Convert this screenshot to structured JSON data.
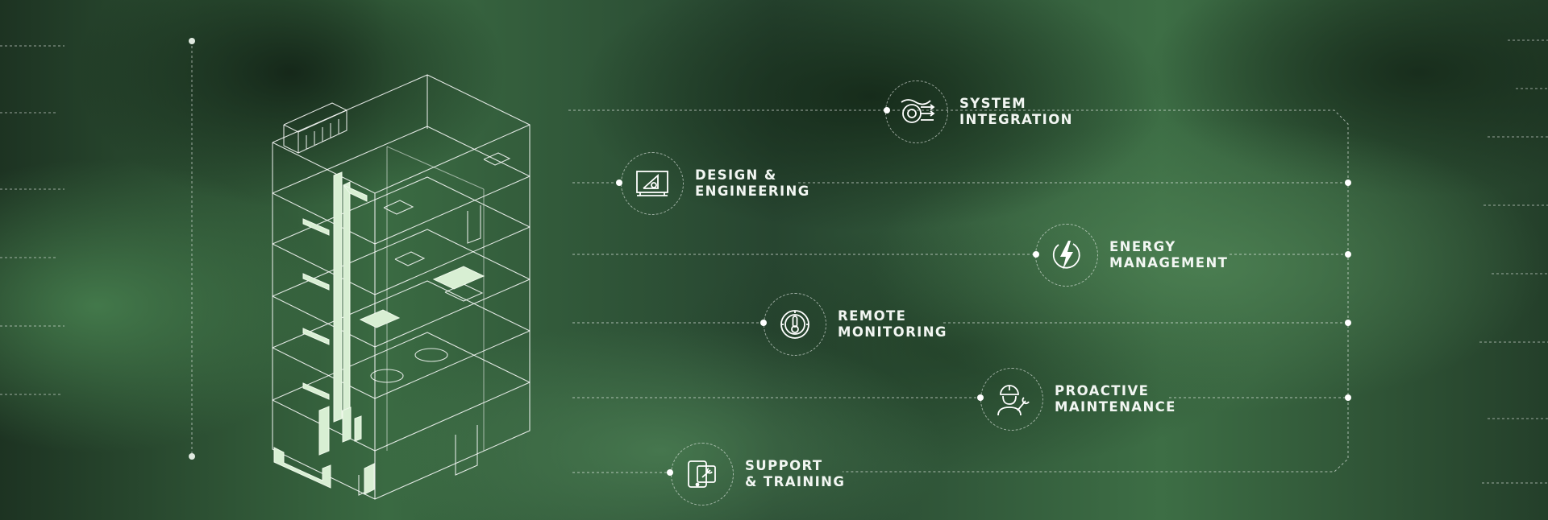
{
  "services": [
    {
      "id": "system-integration",
      "line1": "SYSTEM",
      "line2": "INTEGRATION",
      "icon": "system-integration-icon"
    },
    {
      "id": "design-engineering",
      "line1": "DESIGN &",
      "line2": "ENGINEERING",
      "icon": "design-engineering-icon"
    },
    {
      "id": "energy-management",
      "line1": "ENERGY",
      "line2": "MANAGEMENT",
      "icon": "energy-bolt-icon"
    },
    {
      "id": "remote-monitoring",
      "line1": "REMOTE",
      "line2": "MONITORING",
      "icon": "thermometer-gauge-icon"
    },
    {
      "id": "proactive-maintenance",
      "line1": "PROACTIVE",
      "line2": "MAINTENANCE",
      "icon": "technician-wrench-icon"
    },
    {
      "id": "support-training",
      "line1": "SUPPORT",
      "line2": "& TRAINING",
      "icon": "tablet-support-icon"
    }
  ],
  "colors": {
    "background": "#2b4a31",
    "line": "#ffffff",
    "highlight": "#cdeac9"
  }
}
